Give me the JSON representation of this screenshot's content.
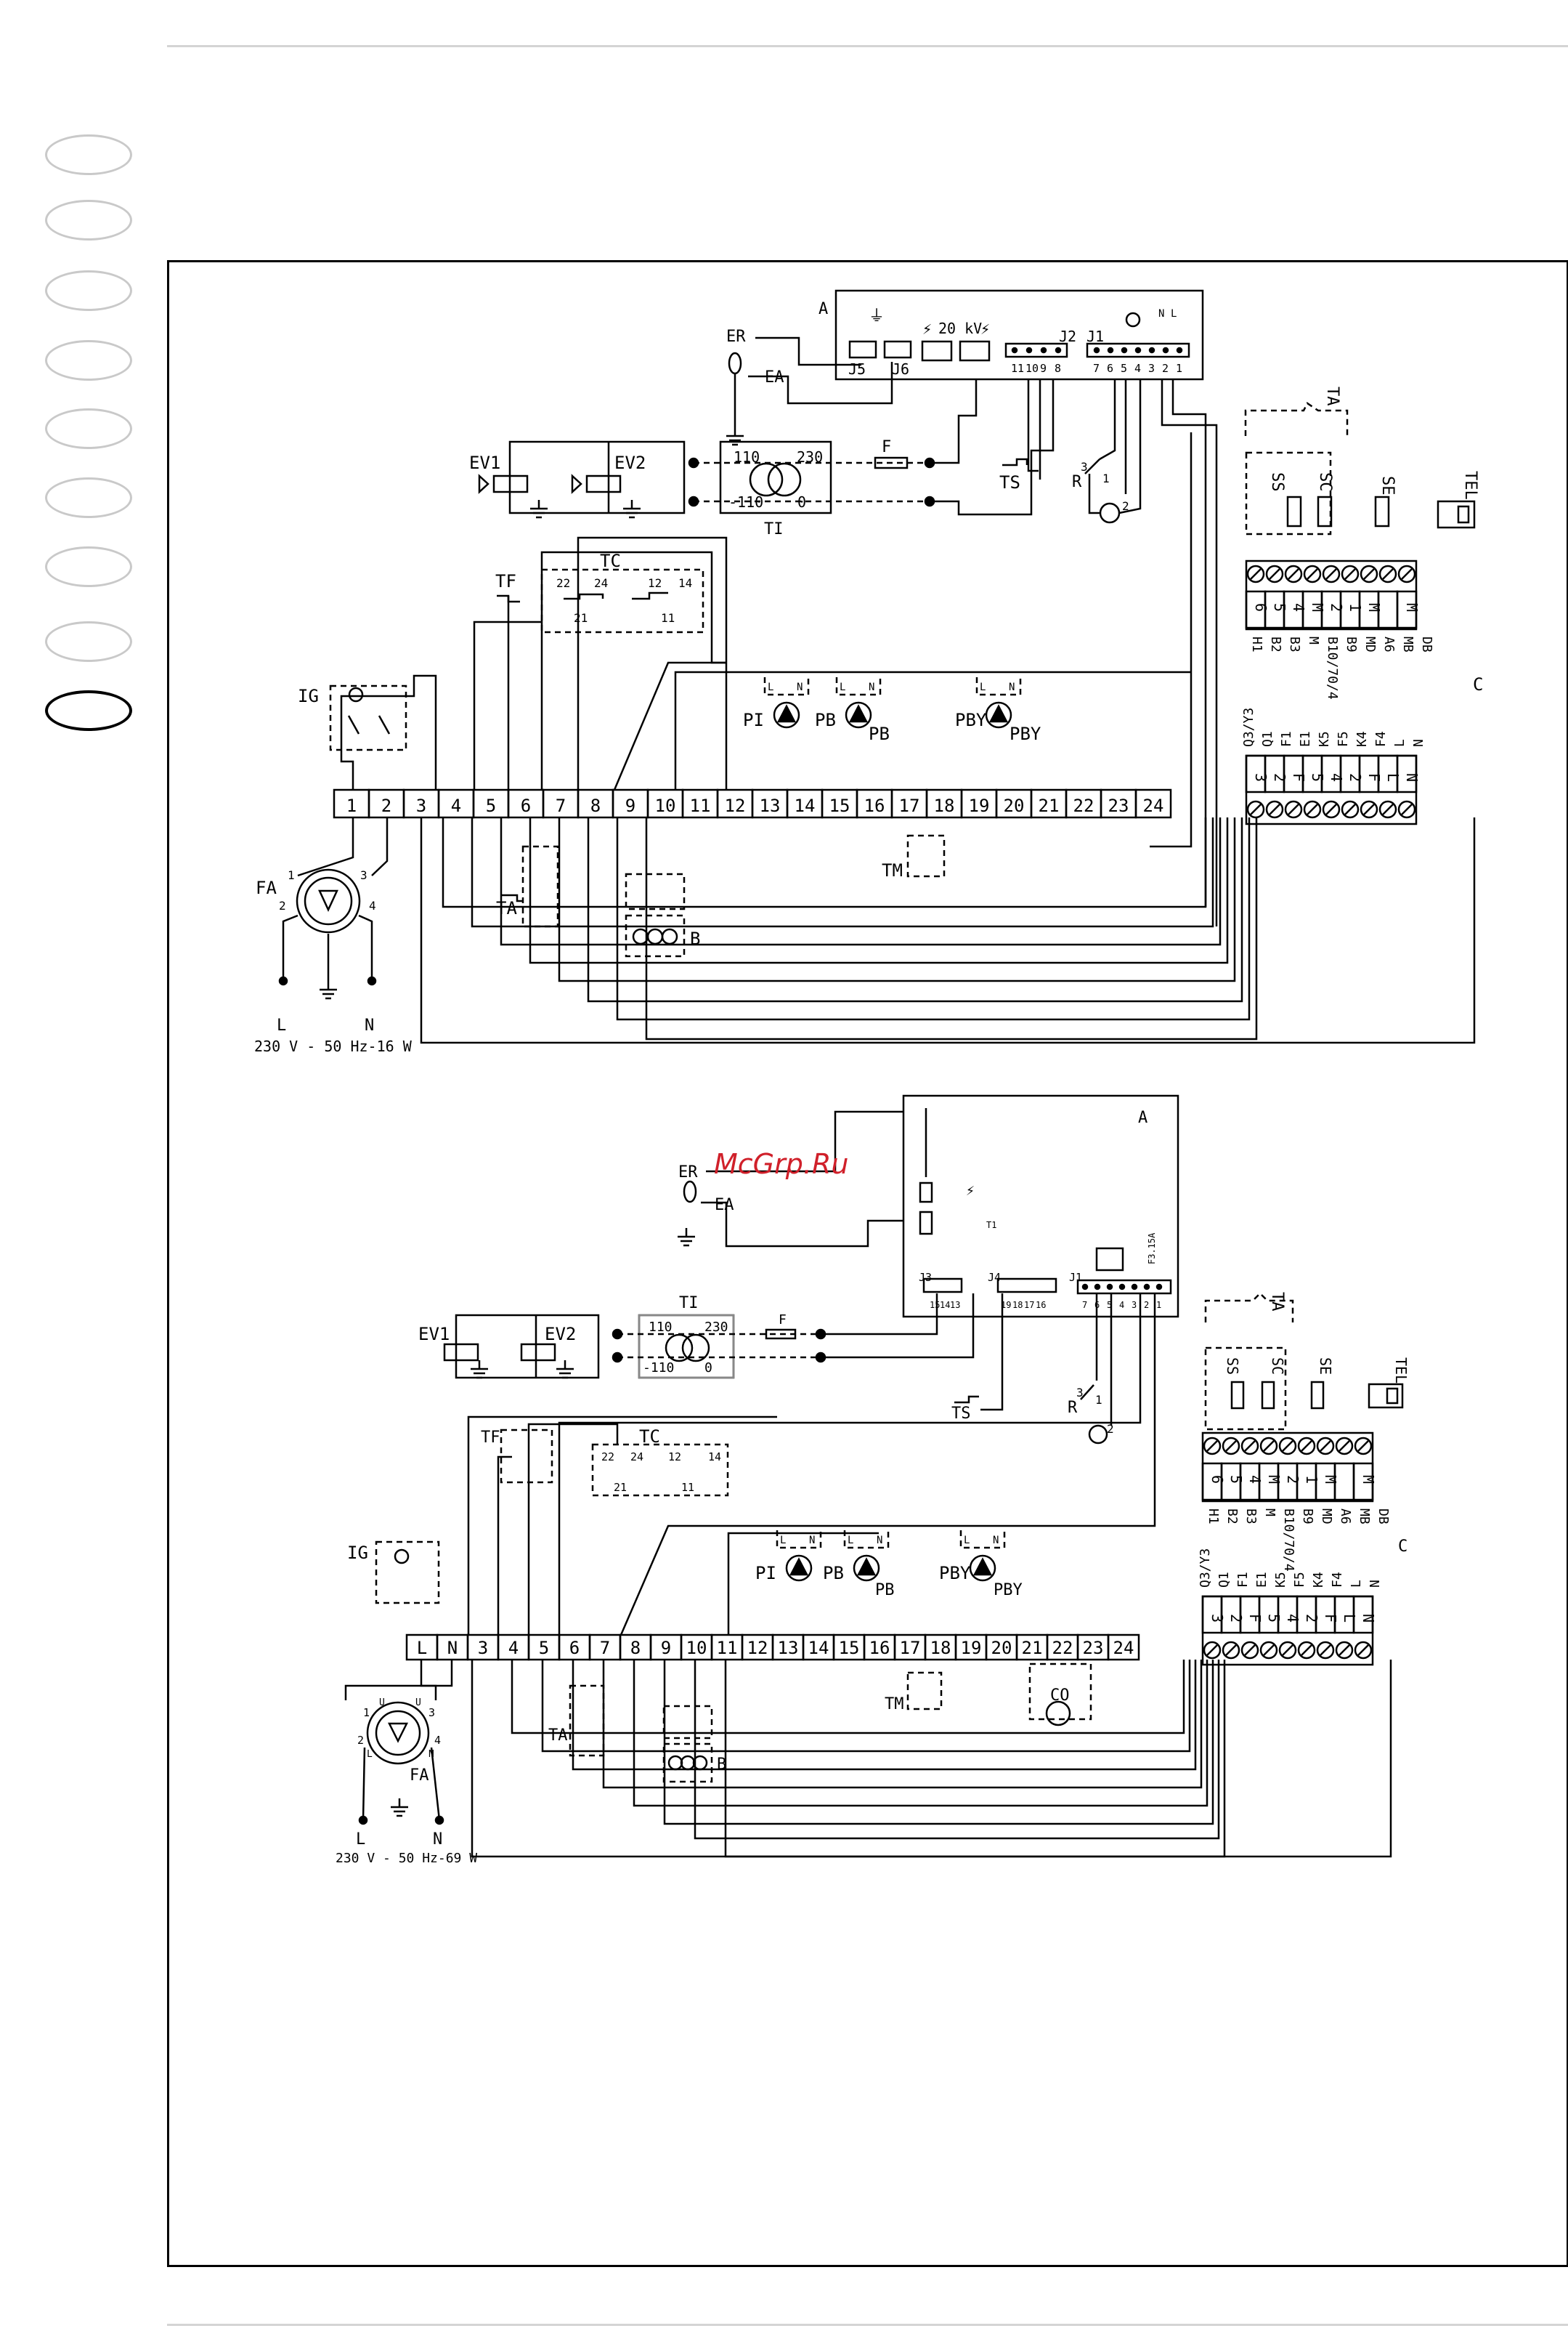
{
  "watermark": "McGrp.Ru",
  "side_tabs": {
    "count": 9,
    "active_index": 8
  },
  "colors": {
    "line": "#000000",
    "watermark": "#d0202a",
    "tab_inactive": "#c9c9c9"
  },
  "diagram1": {
    "board_label": "A",
    "board_connectors": [
      "J5",
      "J6",
      "J2",
      "J1"
    ],
    "board_voltage": "20 kV",
    "j2_pins": [
      "11",
      "10",
      "9",
      "8"
    ],
    "j1_pins": [
      "7",
      "6",
      "5",
      "4",
      "3",
      "2",
      "1"
    ],
    "j1_top_pins": [
      "N",
      "L"
    ],
    "ignition_labels": [
      "ER",
      "EA"
    ],
    "valves": [
      "EV1",
      "EV2"
    ],
    "transformer": {
      "label": "TI",
      "taps": [
        "110",
        "230",
        "-110",
        "0"
      ]
    },
    "fuse": "F",
    "safety_thermostat": "TS",
    "reset": {
      "label": "R",
      "pin1": "1",
      "pin2": "2",
      "pin3": "3"
    },
    "thermostat_tf": "TF",
    "thermostat_tc": {
      "label": "TC",
      "contacts": [
        "22",
        "24",
        "12",
        "14",
        "21",
        "11"
      ]
    },
    "switch_ig": "IG",
    "terminals": [
      "1",
      "2",
      "3",
      "4",
      "5",
      "6",
      "7",
      "8",
      "9",
      "10",
      "11",
      "12",
      "13",
      "14",
      "15",
      "16",
      "17",
      "18",
      "19",
      "20",
      "21",
      "22",
      "23",
      "24"
    ],
    "pumps": [
      "PI",
      "PB",
      "PBY"
    ],
    "pump_marks": [
      "N",
      "L"
    ],
    "room_thermostat": "TA",
    "tm": "TM",
    "burner": "B",
    "plug": {
      "label": "FA",
      "pins": [
        "1",
        "2",
        "3",
        "4"
      ]
    },
    "supply": {
      "l": "L",
      "n": "N",
      "spec": "230 V - 50 Hz-16 W"
    },
    "sensors": [
      "TA",
      "SS",
      "SC",
      "SE",
      "TEL"
    ],
    "controller_label": "C",
    "upper_terminals": [
      "6",
      "5",
      "4",
      "M",
      "2",
      "1",
      "M",
      "",
      "M"
    ],
    "upper_terminal_names": [
      "H1",
      "B2",
      "B3",
      "M",
      "B10/70/4",
      "B9",
      "MD",
      "A6",
      "MB",
      "DB"
    ],
    "lower_terminals": [
      "3",
      "2",
      "F",
      "5",
      "4",
      "2",
      "F",
      "L",
      "N"
    ],
    "lower_terminal_names": [
      "Q3/Y3",
      "Q1",
      "F1",
      "E1",
      "K5",
      "F5",
      "K4",
      "F4",
      "L",
      "N"
    ]
  },
  "diagram2": {
    "board_label": "A",
    "ignition_labels": [
      "ER",
      "EA"
    ],
    "board_connectors": [
      "J3",
      "J4",
      "J1"
    ],
    "j3_pins": [
      "15",
      "14",
      "13"
    ],
    "j4_pins": [
      "19",
      "18",
      "17",
      "16"
    ],
    "j1_pins": [
      "7",
      "6",
      "5",
      "4",
      "3",
      "2",
      "1"
    ],
    "board_fuse": "F3.15A",
    "valves": [
      "EV1",
      "EV2"
    ],
    "transformer": {
      "label": "TI",
      "taps": [
        "110",
        "230",
        "-110",
        "0"
      ]
    },
    "fuse": "F",
    "safety_thermostat": "TS",
    "reset": {
      "label": "R",
      "pin1": "1",
      "pin2": "2",
      "pin3": "3"
    },
    "thermostat_tf": "TF",
    "thermostat_tc": {
      "label": "TC",
      "contacts": [
        "22",
        "24",
        "12",
        "14",
        "21",
        "11"
      ]
    },
    "switch_ig": "IG",
    "terminals": [
      "L",
      "N",
      "3",
      "4",
      "5",
      "6",
      "7",
      "8",
      "9",
      "10",
      "11",
      "12",
      "13",
      "14",
      "15",
      "16",
      "17",
      "18",
      "19",
      "20",
      "21",
      "22",
      "23",
      "24"
    ],
    "pumps": [
      "PI",
      "PB",
      "PBY"
    ],
    "room_thermostat": "TA",
    "tm": "TM",
    "co": "CO",
    "burner": "B",
    "plug": {
      "label": "FA",
      "pins": [
        "1",
        "2",
        "3",
        "4"
      ],
      "marks": [
        "U",
        "U",
        "L",
        "N"
      ]
    },
    "supply": {
      "l": "L",
      "n": "N",
      "spec": "230 V - 50 Hz-69 W"
    },
    "sensors": [
      "TA",
      "SS",
      "SC",
      "SE",
      "TEL"
    ],
    "controller_label": "C",
    "upper_terminals": [
      "6",
      "5",
      "4",
      "M",
      "2",
      "1",
      "M",
      "",
      "M"
    ],
    "upper_terminal_names": [
      "H1",
      "B2",
      "B3",
      "M",
      "B10/70/4",
      "B9",
      "MD",
      "A6",
      "MB",
      "DB"
    ],
    "lower_terminals": [
      "3",
      "2",
      "F",
      "5",
      "4",
      "2",
      "F",
      "L",
      "N"
    ],
    "lower_terminal_names": [
      "Q3/Y3",
      "Q1",
      "F1",
      "E1",
      "K5",
      "F5",
      "K4",
      "F4",
      "L",
      "N"
    ]
  }
}
